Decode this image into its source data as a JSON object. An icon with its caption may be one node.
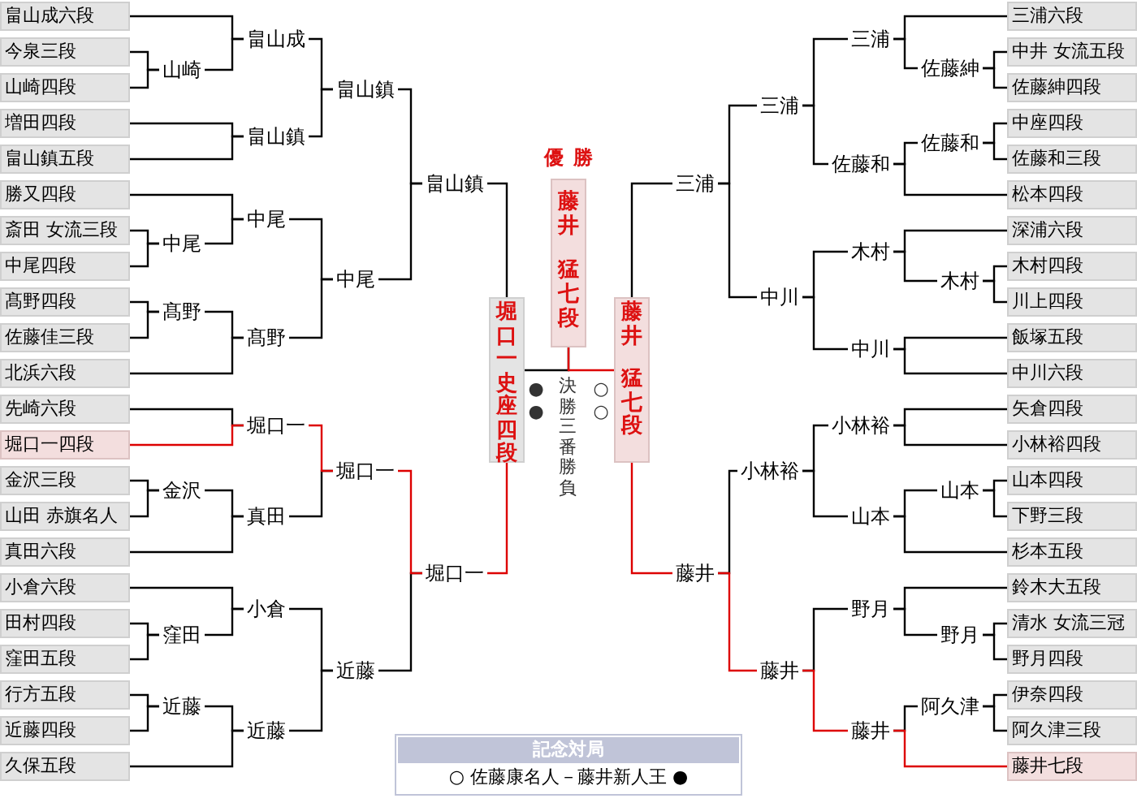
{
  "diagram": {
    "nodes": [
      {
        "text": [
          "畠山成六段"
        ]
      },
      {
        "text": [
          "今泉三段"
        ]
      },
      {
        "text": [
          "山崎四段"
        ]
      },
      {
        "text": [
          "増田四段"
        ]
      },
      {
        "text": [
          "畠山鎮五段"
        ]
      },
      {
        "text": [
          "勝又四段"
        ]
      },
      {
        "text": [
          "斎田 女流三段"
        ]
      },
      {
        "text": [
          "中尾四段"
        ]
      },
      {
        "text": [
          "髙野四段"
        ]
      },
      {
        "text": [
          "佐藤佳三段"
        ]
      },
      {
        "text": [
          "北浜六段"
        ]
      },
      {
        "text": [
          "先崎六段"
        ]
      },
      {
        "text": [
          "堀口一四段"
        ]
      },
      {
        "text": [
          "金沢三段"
        ]
      },
      {
        "text": [
          "山田 赤旗名人"
        ]
      },
      {
        "text": [
          "真田六段"
        ]
      },
      {
        "text": [
          "小倉六段"
        ]
      },
      {
        "text": [
          "田村四段"
        ]
      },
      {
        "text": [
          "窪田五段"
        ]
      },
      {
        "text": [
          "行方五段"
        ]
      },
      {
        "text": [
          "近藤四段"
        ]
      },
      {
        "text": [
          "久保五段"
        ]
      },
      {
        "text": [
          "山崎"
        ]
      },
      {
        "text": [
          "中尾"
        ]
      },
      {
        "text": [
          "髙野"
        ]
      },
      {
        "text": [
          "金沢"
        ]
      },
      {
        "text": [
          "窪田"
        ]
      },
      {
        "text": [
          "近藤"
        ]
      },
      {
        "text": [
          "畠山成"
        ]
      },
      {
        "text": [
          "畠山鎮"
        ]
      },
      {
        "text": [
          "中尾"
        ]
      },
      {
        "text": [
          "髙野"
        ]
      },
      {
        "text": [
          "堀口一"
        ]
      },
      {
        "text": [
          "真田"
        ]
      },
      {
        "text": [
          "小倉"
        ]
      },
      {
        "text": [
          "近藤"
        ]
      },
      {
        "text": [
          "畠山鎮"
        ]
      },
      {
        "text": [
          "中尾"
        ]
      },
      {
        "text": [
          "堀口一"
        ]
      },
      {
        "text": [
          "近藤"
        ]
      },
      {
        "text": [
          "畠山鎮"
        ]
      },
      {
        "text": [
          "堀口一"
        ]
      },
      {
        "text": [
          "堀口一史座四段"
        ]
      },
      {
        "text": [
          "藤井",
          "猛七段"
        ],
        "beside": [
          "優勝"
        ]
      },
      {
        "text": [
          "藤井",
          "猛七段"
        ]
      },
      {
        "text": [
          "三浦"
        ]
      },
      {
        "text": [
          "藤井"
        ]
      },
      {
        "text": [
          "三浦"
        ]
      },
      {
        "text": [
          "中川"
        ]
      },
      {
        "text": [
          "小林裕"
        ]
      },
      {
        "text": [
          "藤井"
        ]
      },
      {
        "text": [
          "三浦"
        ]
      },
      {
        "text": [
          "佐藤和"
        ]
      },
      {
        "text": [
          "木村"
        ]
      },
      {
        "text": [
          "中川"
        ]
      },
      {
        "text": [
          "小林裕"
        ]
      },
      {
        "text": [
          "山本"
        ]
      },
      {
        "text": [
          "野月"
        ]
      },
      {
        "text": [
          "藤井"
        ]
      },
      {
        "text": [
          "佐藤紳"
        ]
      },
      {
        "text": [
          "佐藤和"
        ]
      },
      {
        "text": [
          "木村"
        ]
      },
      {
        "text": [
          "山本"
        ]
      },
      {
        "text": [
          "野月"
        ]
      },
      {
        "text": [
          "阿久津"
        ]
      },
      {
        "text": [
          "三浦六段"
        ]
      },
      {
        "text": [
          "中井 女流五段"
        ]
      },
      {
        "text": [
          "佐藤紳四段"
        ]
      },
      {
        "text": [
          "中座四段"
        ]
      },
      {
        "text": [
          "佐藤和三段"
        ]
      },
      {
        "text": [
          "松本四段"
        ]
      },
      {
        "text": [
          "深浦六段"
        ]
      },
      {
        "text": [
          "木村四段"
        ]
      },
      {
        "text": [
          "川上四段"
        ]
      },
      {
        "text": [
          "飯塚五段"
        ]
      },
      {
        "text": [
          "中川六段"
        ]
      },
      {
        "text": [
          "矢倉四段"
        ]
      },
      {
        "text": [
          "小林裕四段"
        ]
      },
      {
        "text": [
          "山本四段"
        ]
      },
      {
        "text": [
          "下野三段"
        ]
      },
      {
        "text": [
          "杉本五段"
        ]
      },
      {
        "text": [
          "鈴木大五段"
        ]
      },
      {
        "text": [
          "清水 女流三冠"
        ]
      },
      {
        "text": [
          "野月四段"
        ]
      },
      {
        "text": [
          "伊奈四段"
        ]
      },
      {
        "text": [
          "阿久津三段"
        ]
      },
      {
        "text": [
          "藤井七段"
        ]
      },
      {
        "text": [
          "記念対局",
          "○ 佐藤康名人－藤井新人王 ●"
        ]
      }
    ],
    "edges": [
      {
        "from": 1,
        "to": 22,
        "arrow": "none"
      },
      {
        "from": 2,
        "to": 22,
        "arrow": "none"
      },
      {
        "from": 6,
        "to": 23,
        "arrow": "none"
      },
      {
        "from": 7,
        "to": 23,
        "arrow": "none"
      },
      {
        "from": 8,
        "to": 24,
        "arrow": "none"
      },
      {
        "from": 9,
        "to": 24,
        "arrow": "none"
      },
      {
        "from": 13,
        "to": 25,
        "arrow": "none"
      },
      {
        "from": 14,
        "to": 25,
        "arrow": "none"
      },
      {
        "from": 17,
        "to": 26,
        "arrow": "none"
      },
      {
        "from": 18,
        "to": 26,
        "arrow": "none"
      },
      {
        "from": 19,
        "to": 27,
        "arrow": "none"
      },
      {
        "from": 20,
        "to": 27,
        "arrow": "none"
      },
      {
        "from": 0,
        "to": 28,
        "arrow": "none"
      },
      {
        "from": 22,
        "to": 28,
        "arrow": "none"
      },
      {
        "from": 3,
        "to": 29,
        "arrow": "none"
      },
      {
        "from": 4,
        "to": 29,
        "arrow": "none"
      },
      {
        "from": 5,
        "to": 30,
        "arrow": "none"
      },
      {
        "from": 23,
        "to": 30,
        "arrow": "none"
      },
      {
        "from": 24,
        "to": 31,
        "arrow": "none"
      },
      {
        "from": 10,
        "to": 31,
        "arrow": "none"
      },
      {
        "from": 11,
        "to": 32,
        "arrow": "none"
      },
      {
        "from": 12,
        "to": 32,
        "arrow": "none",
        "color": "#dd0000"
      },
      {
        "from": 25,
        "to": 33,
        "arrow": "none"
      },
      {
        "from": 15,
        "to": 33,
        "arrow": "none"
      },
      {
        "from": 16,
        "to": 34,
        "arrow": "none"
      },
      {
        "from": 26,
        "to": 34,
        "arrow": "none"
      },
      {
        "from": 27,
        "to": 35,
        "arrow": "none"
      },
      {
        "from": 21,
        "to": 35,
        "arrow": "none"
      },
      {
        "from": 28,
        "to": 36,
        "arrow": "none"
      },
      {
        "from": 29,
        "to": 36,
        "arrow": "none"
      },
      {
        "from": 30,
        "to": 37,
        "arrow": "none"
      },
      {
        "from": 31,
        "to": 37,
        "arrow": "none"
      },
      {
        "from": 32,
        "to": 38,
        "arrow": "none",
        "color": "#dd0000"
      },
      {
        "from": 33,
        "to": 38,
        "arrow": "none"
      },
      {
        "from": 34,
        "to": 39,
        "arrow": "none"
      },
      {
        "from": 35,
        "to": 39,
        "arrow": "none"
      },
      {
        "from": 36,
        "to": 40,
        "arrow": "none"
      },
      {
        "from": 37,
        "to": 40,
        "arrow": "none"
      },
      {
        "from": 38,
        "to": 41,
        "arrow": "none",
        "color": "#dd0000"
      },
      {
        "from": 39,
        "to": 41,
        "arrow": "none"
      },
      {
        "from": 40,
        "to": 42,
        "arrow": "none"
      },
      {
        "from": 41,
        "to": 42,
        "arrow": "none",
        "color": "#dd0000"
      },
      {
        "from": 42,
        "to": 43,
        "arrow": "none"
      },
      {
        "from": 44,
        "to": 43,
        "arrow": "none",
        "color": "#dd0000"
      },
      {
        "from": 45,
        "to": 44,
        "arrow": "none"
      },
      {
        "from": 46,
        "to": 44,
        "arrow": "none",
        "color": "#dd0000"
      },
      {
        "from": 47,
        "to": 45,
        "arrow": "none"
      },
      {
        "from": 48,
        "to": 45,
        "arrow": "none"
      },
      {
        "from": 49,
        "to": 46,
        "arrow": "none"
      },
      {
        "from": 50,
        "to": 46,
        "arrow": "none",
        "color": "#dd0000"
      },
      {
        "from": 51,
        "to": 47,
        "arrow": "none"
      },
      {
        "from": 52,
        "to": 47,
        "arrow": "none"
      },
      {
        "from": 53,
        "to": 48,
        "arrow": "none"
      },
      {
        "from": 54,
        "to": 48,
        "arrow": "none"
      },
      {
        "from": 55,
        "to": 49,
        "arrow": "none"
      },
      {
        "from": 56,
        "to": 49,
        "arrow": "none"
      },
      {
        "from": 57,
        "to": 50,
        "arrow": "none"
      },
      {
        "from": 58,
        "to": 50,
        "arrow": "none",
        "color": "#dd0000"
      },
      {
        "from": 65,
        "to": 51,
        "arrow": "none"
      },
      {
        "from": 59,
        "to": 51,
        "arrow": "none"
      },
      {
        "from": 60,
        "to": 52,
        "arrow": "none"
      },
      {
        "from": 70,
        "to": 52,
        "arrow": "none"
      },
      {
        "from": 71,
        "to": 53,
        "arrow": "none"
      },
      {
        "from": 61,
        "to": 53,
        "arrow": "none"
      },
      {
        "from": 74,
        "to": 54,
        "arrow": "none"
      },
      {
        "from": 75,
        "to": 54,
        "arrow": "none"
      },
      {
        "from": 76,
        "to": 55,
        "arrow": "none"
      },
      {
        "from": 77,
        "to": 55,
        "arrow": "none"
      },
      {
        "from": 62,
        "to": 56,
        "arrow": "none"
      },
      {
        "from": 80,
        "to": 56,
        "arrow": "none"
      },
      {
        "from": 81,
        "to": 57,
        "arrow": "none"
      },
      {
        "from": 63,
        "to": 57,
        "arrow": "none"
      },
      {
        "from": 64,
        "to": 58,
        "arrow": "none"
      },
      {
        "from": 86,
        "to": 58,
        "arrow": "none",
        "color": "#dd0000"
      },
      {
        "from": 66,
        "to": 59,
        "arrow": "none"
      },
      {
        "from": 67,
        "to": 59,
        "arrow": "none"
      },
      {
        "from": 68,
        "to": 60,
        "arrow": "none"
      },
      {
        "from": 69,
        "to": 60,
        "arrow": "none"
      },
      {
        "from": 72,
        "to": 61,
        "arrow": "none"
      },
      {
        "from": 73,
        "to": 61,
        "arrow": "none"
      },
      {
        "from": 78,
        "to": 62,
        "arrow": "none"
      },
      {
        "from": 79,
        "to": 62,
        "arrow": "none"
      },
      {
        "from": 82,
        "to": 63,
        "arrow": "none"
      },
      {
        "from": 83,
        "to": 63,
        "arrow": "none"
      },
      {
        "from": 84,
        "to": 64,
        "arrow": "none"
      },
      {
        "from": 85,
        "to": 64,
        "arrow": "none"
      }
    ],
    "labels": [
      "●",
      "●",
      "決勝三番勝負",
      "○",
      "○"
    ]
  }
}
